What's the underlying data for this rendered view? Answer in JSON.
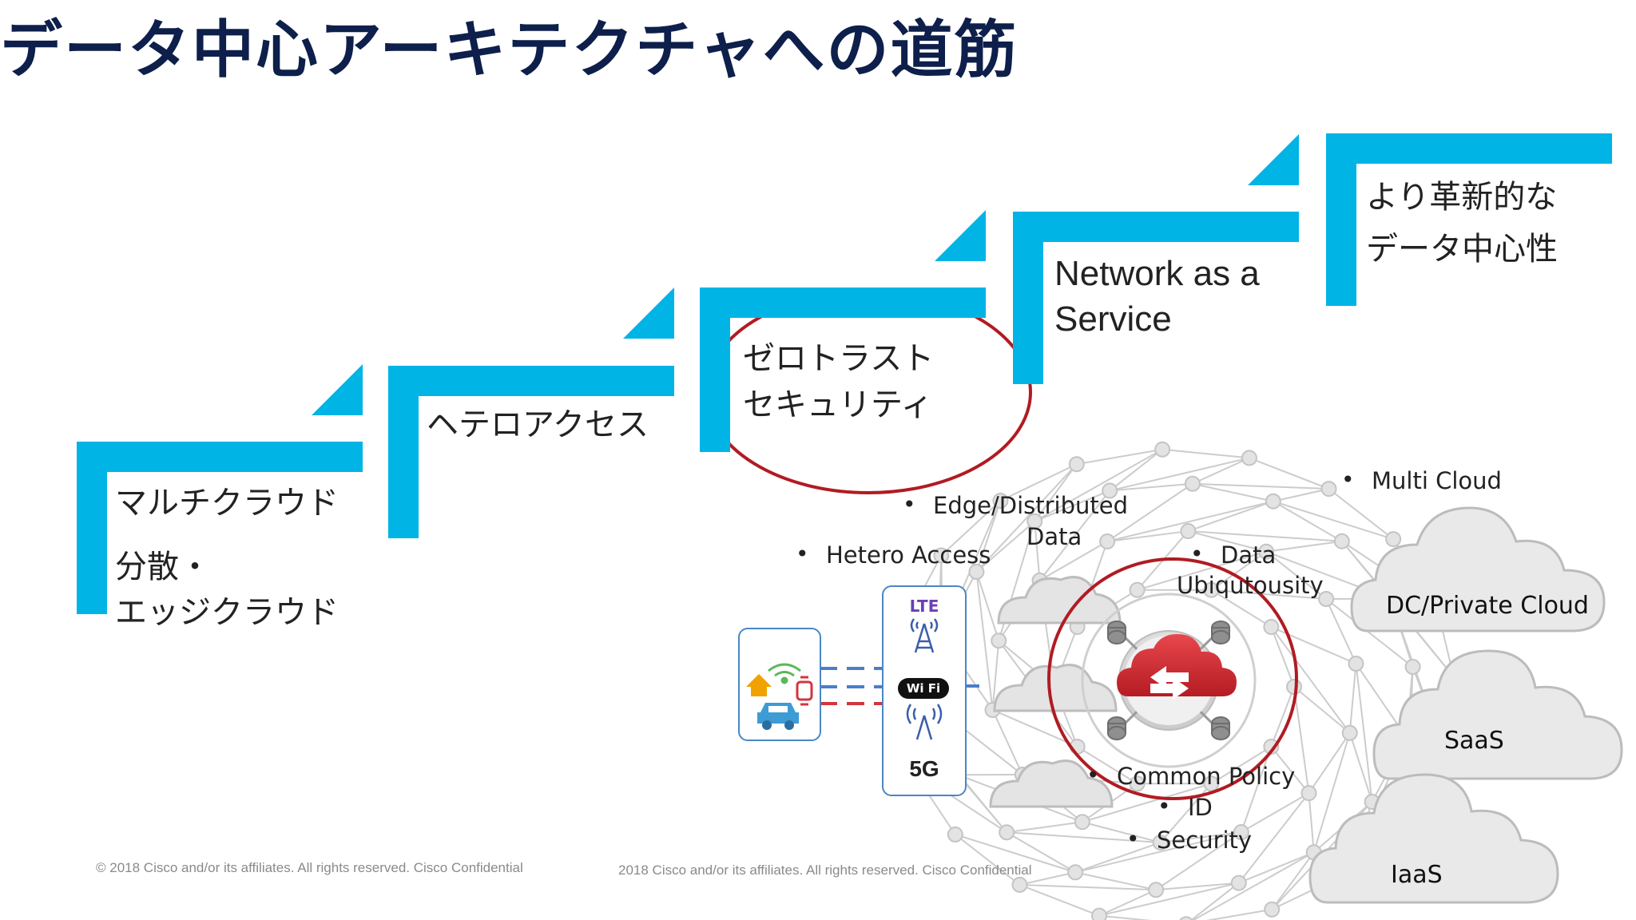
{
  "title": "データ中心アーキテクチャへの道筋",
  "steps": [
    {
      "lines": [
        "マルチクラウド",
        "分散・",
        "エッジクラウド"
      ]
    },
    {
      "lines": [
        "ヘテロアクセス"
      ]
    },
    {
      "lines": [
        "ゼロトラスト",
        "セキュリティ"
      ]
    },
    {
      "lines": [
        "Network as a",
        "Service"
      ]
    },
    {
      "lines": [
        "より革新的な",
        "データ中心性"
      ]
    }
  ],
  "network": {
    "hetero_access": "Hetero Access",
    "edge_distributed": "Edge/Distributed",
    "edge_data": "Data",
    "data_ubiq_1": "Data",
    "data_ubiq_2": "Ubiqutousity",
    "multi_cloud": "Multi Cloud",
    "common_policy": "Common Policy",
    "id": "ID",
    "security": "Security",
    "clouds": {
      "dc": "DC/Private Cloud",
      "saas": "SaaS",
      "iaas": "IaaS"
    },
    "access": {
      "lte": "LTE",
      "wifi": "Wi Fi",
      "g5": "5G"
    }
  },
  "footer": {
    "copyright_left": "© 2018  Cisco and/or its affiliates. All rights reserved.   Cisco Confidential",
    "copyright_center": "2018  Cisco and/or its affiliates. All rights reserved.   Cisco Confidential"
  },
  "colors": {
    "accent": "#00b4e6",
    "title": "#0d1f4a",
    "highlight_circle": "#b01c22",
    "device_border": "#4a86c5"
  }
}
